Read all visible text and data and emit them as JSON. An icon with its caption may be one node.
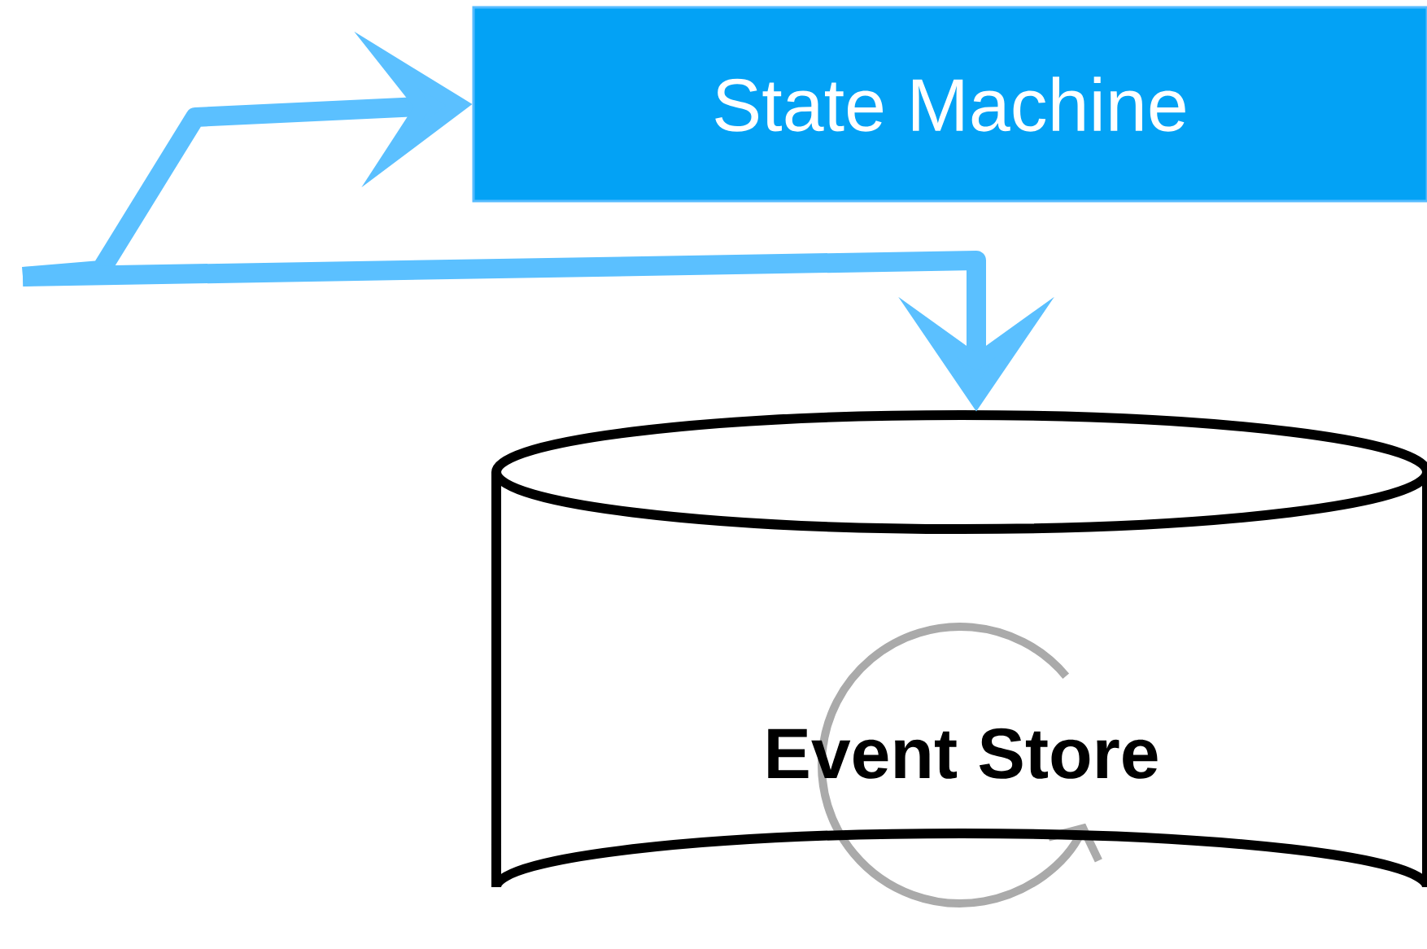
{
  "diagram": {
    "nodes": [
      {
        "text": [
          "State Machine"
        ]
      },
      {
        "text": [
          "Event Store"
        ]
      }
    ],
    "edges": [
      {
        "from": null,
        "to": 0,
        "arrow": "to"
      },
      {
        "from": null,
        "to": 1,
        "arrow": "to"
      }
    ]
  }
}
